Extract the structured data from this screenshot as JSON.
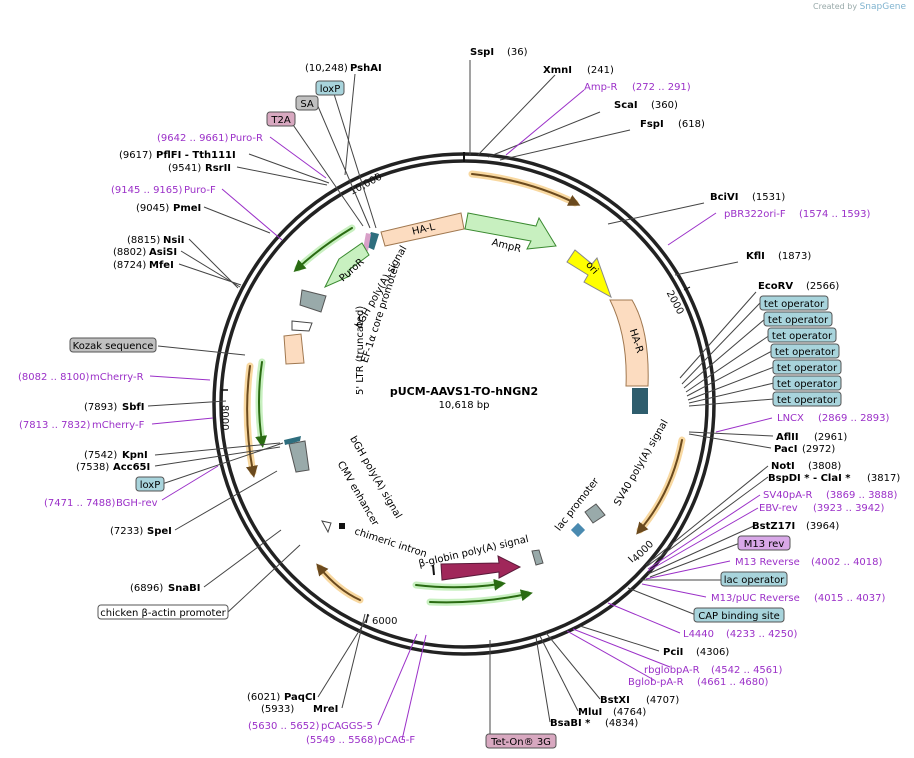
{
  "credit": {
    "prefix": "Created by",
    "brand": "SnapGene"
  },
  "plasmid": {
    "name": "pUCM-AAVS1-TO-hNGN2",
    "size": "10,618 bp"
  },
  "ticks": [
    "2000",
    "4000",
    "6000",
    "8000",
    "10,000"
  ],
  "inner_features": [
    "HA-L",
    "AmpR",
    "ori",
    "HA-R",
    "SV40 poly(A) signal",
    "lac promoter",
    "β-globin poly(A) signal",
    "chimeric intron",
    "CMV enhancer",
    "bGH poly(A) signal",
    "5' LTR (truncated)",
    "EF-1α core promoter",
    "bGH poly(A) signal",
    "PuroR"
  ],
  "labels": {
    "sspi": {
      "name": "SspI",
      "pos": "(36)"
    },
    "xmni": {
      "name": "XmnI",
      "pos": "(241)"
    },
    "ampr": {
      "name": "Amp-R",
      "pos": "(272 .. 291)"
    },
    "scai": {
      "name": "ScaI",
      "pos": "(360)"
    },
    "fspi": {
      "name": "FspI",
      "pos": "(618)"
    },
    "bcivi": {
      "name": "BciVI",
      "pos": "(1531)"
    },
    "pbr": {
      "name": "pBR322ori-F",
      "pos": "(1574 .. 1593)"
    },
    "kfli": {
      "name": "KflI",
      "pos": "(1873)"
    },
    "ecorv": {
      "name": "EcoRV",
      "pos": "(2566)"
    },
    "tetop": "tet operator",
    "lncx": {
      "name": "LNCX",
      "pos": "(2869 .. 2893)"
    },
    "aflii": {
      "name": "AflII",
      "pos": "(2961)"
    },
    "paci": {
      "name": "PacI",
      "pos": "(2972)"
    },
    "noti": {
      "name": "NotI",
      "pos": "(3808)"
    },
    "bspdi": {
      "name": "BspDI * - ClaI *",
      "pos": "(3817)"
    },
    "sv40pa": {
      "name": "SV40pA-R",
      "pos": "(3869 .. 3888)"
    },
    "ebv": {
      "name": "EBV-rev",
      "pos": "(3923 .. 3942)"
    },
    "bstz": {
      "name": "BstZ17I",
      "pos": "(3964)"
    },
    "m13rev": "M13 rev",
    "m13reverse": {
      "name": "M13 Reverse",
      "pos": "(4002 .. 4018)"
    },
    "lacop": "lac operator",
    "m13puc": {
      "name": "M13/pUC Reverse",
      "pos": "(4015 .. 4037)"
    },
    "cap": "CAP binding site",
    "l4440": {
      "name": "L4440",
      "pos": "(4233 .. 4250)"
    },
    "pcii": {
      "name": "PciI",
      "pos": "(4306)"
    },
    "rbglob": {
      "name": "rbglobpA-R",
      "pos": "(4542 .. 4561)"
    },
    "bglob": {
      "name": "Bglob-pA-R",
      "pos": "(4661 .. 4680)"
    },
    "bstxi": {
      "name": "BstXI",
      "pos": "(4707)"
    },
    "mlui": {
      "name": "MluI",
      "pos": "(4764)"
    },
    "bsabi": {
      "name": "BsaBI *",
      "pos": "(4834)"
    },
    "teton": "Tet-On® 3G",
    "pcag": {
      "name": "pCAG-F",
      "pos": "(5549 .. 5568)"
    },
    "pcaggs": {
      "name": "pCAGGS-5",
      "pos": "(5630 .. 5652)"
    },
    "mrei": {
      "name": "MreI",
      "pos": "(5933)"
    },
    "paqci": {
      "name": "PaqCI",
      "pos": "(6021)"
    },
    "chicken": "chicken β-actin promoter",
    "snabi": {
      "name": "SnaBI",
      "pos": "(6896)"
    },
    "spei": {
      "name": "SpeI",
      "pos": "(7233)"
    },
    "bghrev": {
      "name": "BGH-rev",
      "pos": "(7471 .. 7488)"
    },
    "loxp2": "loxP",
    "acc65i": {
      "name": "Acc65I",
      "pos": "(7538)"
    },
    "kpni": {
      "name": "KpnI",
      "pos": "(7542)"
    },
    "mcherryf": {
      "name": "mCherry-F",
      "pos": "(7813 .. 7832)"
    },
    "sbfi": {
      "name": "SbfI",
      "pos": "(7893)"
    },
    "mcherryr": {
      "name": "mCherry-R",
      "pos": "(8082 .. 8100)"
    },
    "kozak": "Kozak sequence",
    "mfei": {
      "name": "MfeI",
      "pos": "(8724)"
    },
    "asisi": {
      "name": "AsiSI",
      "pos": "(8802)"
    },
    "nsii": {
      "name": "NsiI",
      "pos": "(8815)"
    },
    "pmei": {
      "name": "PmeI",
      "pos": "(9045)"
    },
    "purof": {
      "name": "Puro-F",
      "pos": "(9145 .. 9165)"
    },
    "rsrii": {
      "name": "RsrII",
      "pos": "(9541)"
    },
    "pflfi": {
      "name": "PflFI - Tth111I",
      "pos": "(9617)"
    },
    "puror": {
      "name": "Puro-R",
      "pos": "(9642 .. 9661)"
    },
    "t2a": "T2A",
    "sa": "SA",
    "loxp1": "loxP",
    "pshai": {
      "name": "PshAI",
      "pos": "(10,248)"
    }
  }
}
